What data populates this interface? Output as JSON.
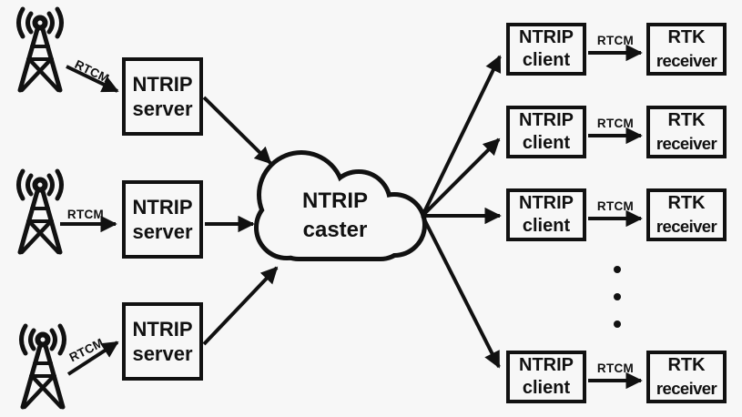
{
  "colors": {
    "background": "#f7f7f7",
    "ink": "#111111"
  },
  "caster": {
    "line1": "NTRIP",
    "line2": "caster",
    "shape": "cloud"
  },
  "sources": [
    {
      "icon": "antenna-icon"
    },
    {
      "icon": "antenna-icon"
    },
    {
      "icon": "antenna-icon"
    }
  ],
  "servers": [
    {
      "line1": "NTRIP",
      "line2": "server"
    },
    {
      "line1": "NTRIP",
      "line2": "server"
    },
    {
      "line1": "NTRIP",
      "line2": "server"
    }
  ],
  "clients": [
    {
      "line1": "NTRIP",
      "line2": "client"
    },
    {
      "line1": "NTRIP",
      "line2": "client"
    },
    {
      "line1": "NTRIP",
      "line2": "client"
    },
    {
      "line1": "NTRIP",
      "line2": "client"
    }
  ],
  "receivers": [
    {
      "line1": "RTK",
      "line2": "receiver"
    },
    {
      "line1": "RTK",
      "line2": "receiver"
    },
    {
      "line1": "RTK",
      "line2": "receiver"
    },
    {
      "line1": "RTK",
      "line2": "receiver"
    }
  ],
  "rtcm_labels": {
    "sources_to_servers": [
      "RTCM",
      "RTCM",
      "RTCM"
    ],
    "clients_to_receivers": [
      "RTCM",
      "RTCM",
      "RTCM",
      "RTCM"
    ]
  },
  "ellipsis": {
    "style": "vertical-dots",
    "count": 3
  }
}
